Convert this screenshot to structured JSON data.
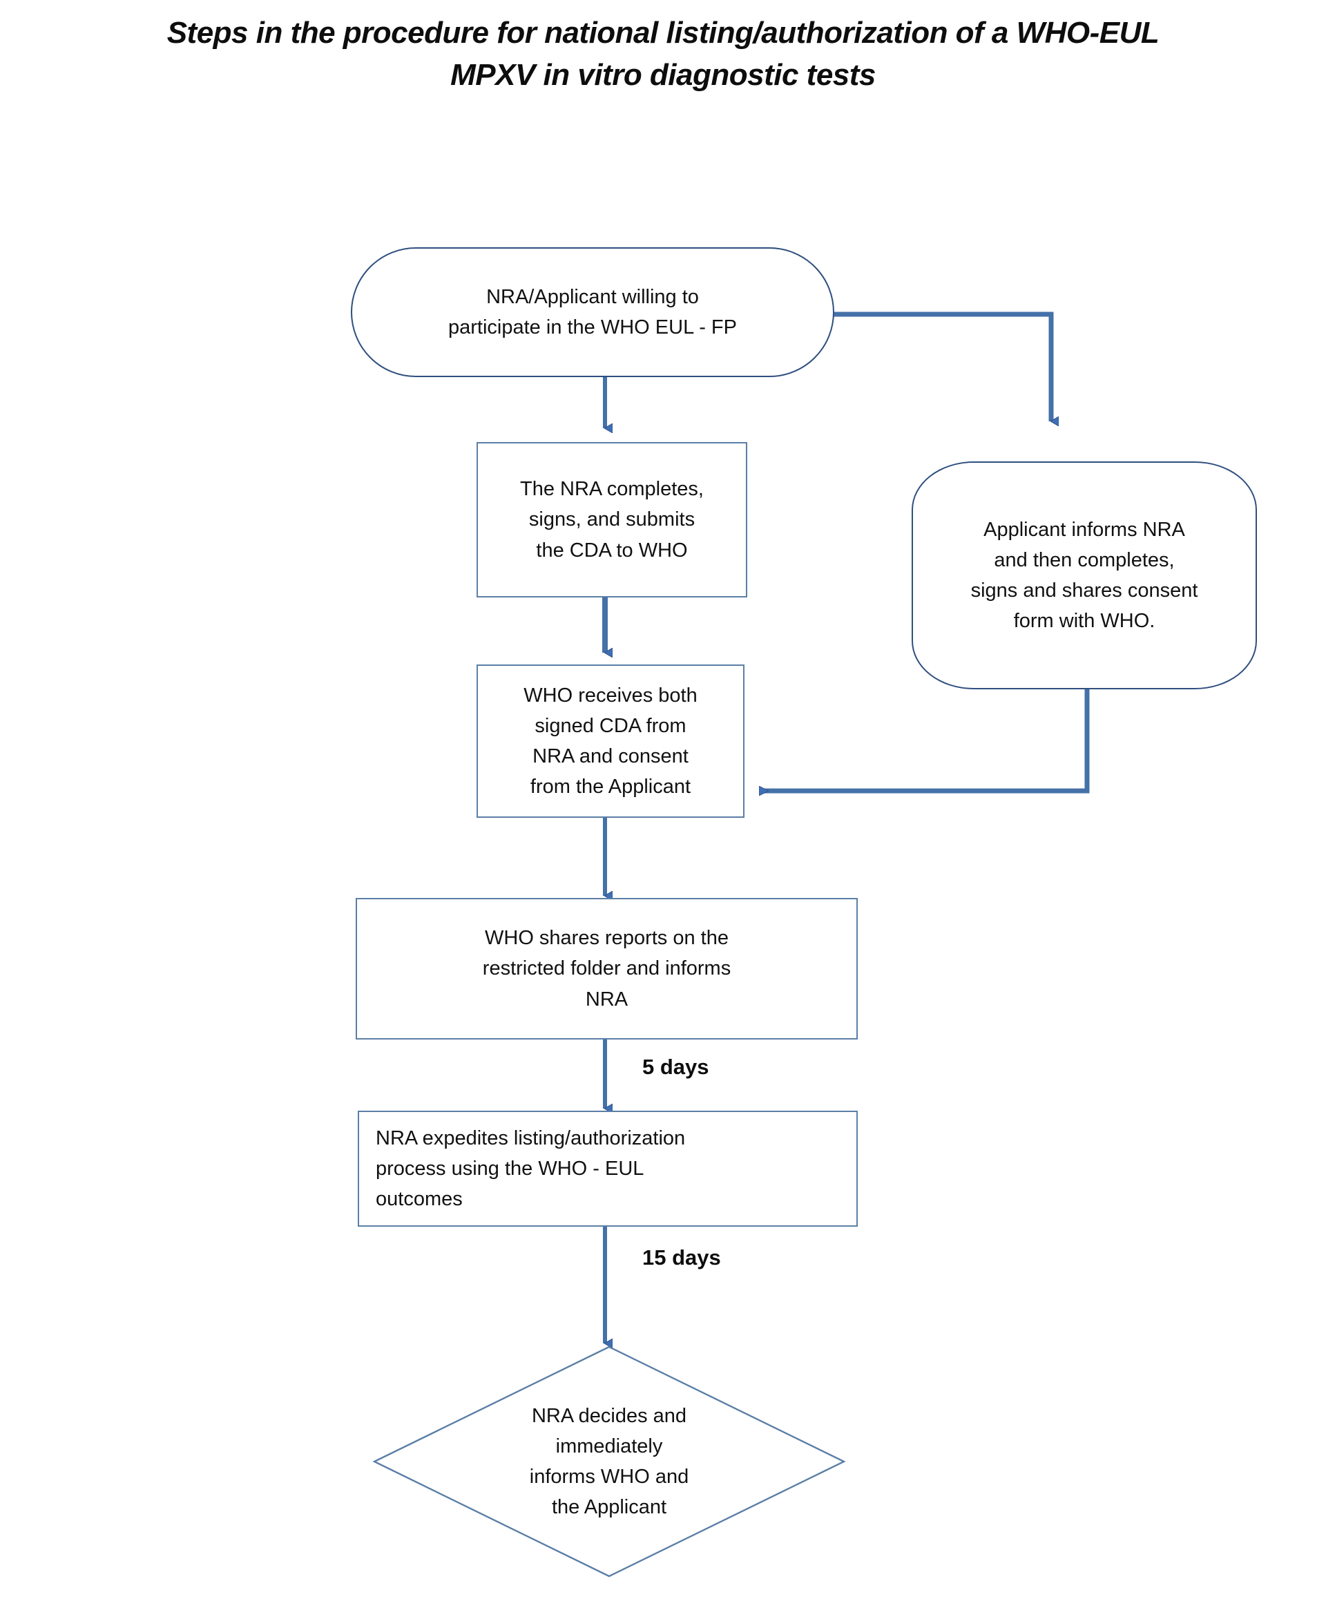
{
  "title": "Steps in the procedure for national listing/authorization of a WHO-EUL MPXV in vitro diagnostic tests",
  "colors": {
    "connector": "#4472a8",
    "node_border_dark": "#2f4f7f",
    "node_border_light": "#5b7fa6",
    "arrowhead": "#3f6fb5",
    "text": "#111111",
    "background": "#ffffff"
  },
  "nodes": {
    "start": {
      "id": "start",
      "shape": "stadium",
      "label": "NRA/Applicant willing to\nparticipate in the WHO EUL - FP"
    },
    "nra_cda": {
      "id": "nra-completes-cda",
      "shape": "rectangle",
      "label": "The NRA completes,\nsigns, and submits\nthe CDA to WHO"
    },
    "applicant_consent": {
      "id": "applicant-informs-nra",
      "shape": "rounded-rectangle",
      "label": "Applicant informs NRA\nand then completes,\nsigns and shares consent\nform with  WHO."
    },
    "who_receives": {
      "id": "who-receives-both",
      "shape": "rectangle",
      "label": "WHO receives both\nsigned CDA from\nNRA and consent\nfrom the Applicant"
    },
    "who_shares": {
      "id": "who-shares-reports",
      "shape": "rectangle",
      "label": "WHO shares reports on the\nrestricted folder and informs\nNRA"
    },
    "nra_expedites": {
      "id": "nra-expedites",
      "shape": "rectangle",
      "label": "NRA expedites listing/authorization\nprocess using the WHO - EUL\noutcomes"
    },
    "decision": {
      "id": "nra-decides",
      "shape": "diamond",
      "label": "NRA decides and\nimmediately\ninforms WHO and\nthe Applicant"
    }
  },
  "edge_labels": {
    "who_shares_to_expedites": "5 days",
    "expedites_to_decision": "15 days"
  },
  "flow": [
    {
      "from": "start",
      "to": "nra_cda",
      "label": ""
    },
    {
      "from": "start",
      "to": "applicant_consent",
      "label": ""
    },
    {
      "from": "nra_cda",
      "to": "who_receives",
      "label": ""
    },
    {
      "from": "applicant_consent",
      "to": "who_receives",
      "label": ""
    },
    {
      "from": "who_receives",
      "to": "who_shares",
      "label": ""
    },
    {
      "from": "who_shares",
      "to": "nra_expedites",
      "label": "5 days"
    },
    {
      "from": "nra_expedites",
      "to": "decision",
      "label": "15 days"
    }
  ]
}
